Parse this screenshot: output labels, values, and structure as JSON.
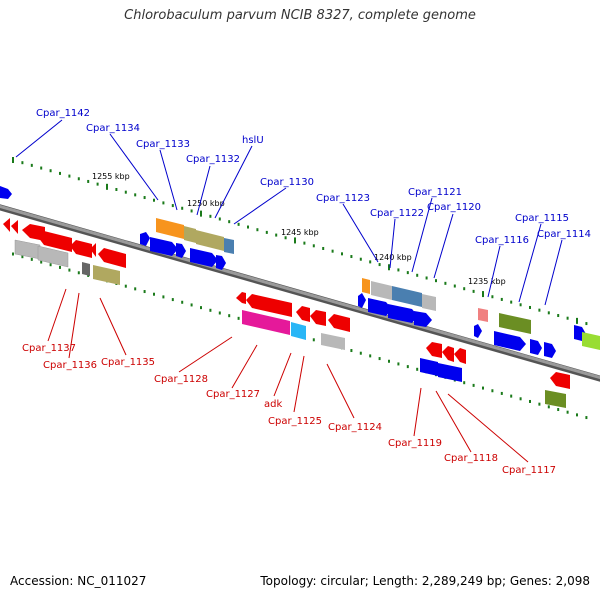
{
  "title": "Chlorobaculum parvum NCIB 8327, complete genome",
  "footer": {
    "accession": "Accession: NC_011027",
    "summary": "Topology: circular; Length: 2,289,249 bp; Genes: 2,098"
  },
  "colors": {
    "top_label": "#0000cc",
    "bottom_label": "#cc0000",
    "backbone": "#7a7a7a",
    "tick": "#1a7a1a"
  },
  "kbp_ticks": [
    "1255 kbp",
    "1250 kbp",
    "1245 kbp",
    "1240 kbp",
    "1235 kbp"
  ],
  "top_labels": [
    "Cpar_1142",
    "Cpar_1134",
    "Cpar_1133",
    "Cpar_1132",
    "hslU",
    "Cpar_1130",
    "Cpar_1123",
    "Cpar_1122",
    "Cpar_1121",
    "Cpar_1120",
    "Cpar_1116",
    "Cpar_1115",
    "Cpar_1114"
  ],
  "bottom_labels": [
    "Cpar_1137",
    "Cpar_1136",
    "Cpar_1135",
    "Cpar_1128",
    "Cpar_1127",
    "adk",
    "Cpar_1125",
    "Cpar_1124",
    "Cpar_1119",
    "Cpar_1118",
    "Cpar_1117"
  ]
}
